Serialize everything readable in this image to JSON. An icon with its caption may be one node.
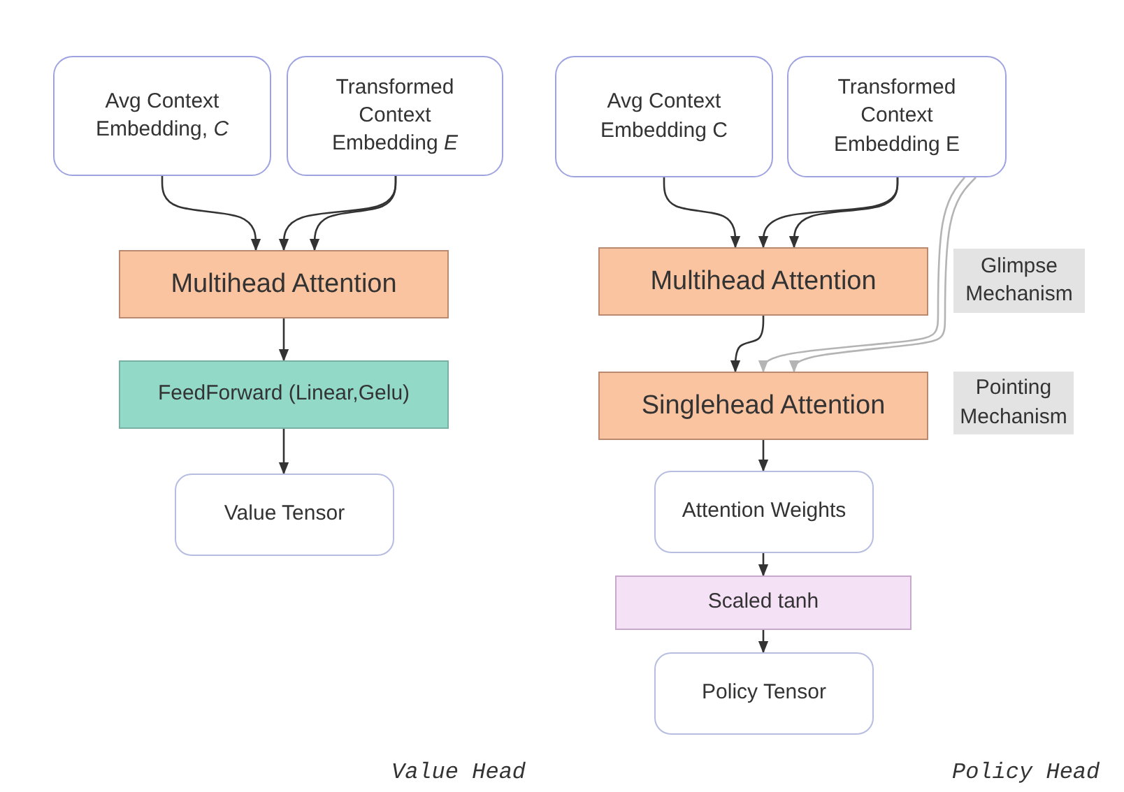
{
  "diagram": {
    "nodes": [
      {
        "text": [
          "Avg Context Embedding, *C*"
        ]
      },
      {
        "text": [
          "Transformed Context Embedding *E*"
        ]
      },
      {
        "text": [
          "Multihead Attention"
        ]
      },
      {
        "text": [
          "FeedForward (Linear,Gelu)"
        ]
      },
      {
        "text": [
          "Value Tensor"
        ]
      },
      {
        "text": [
          "Avg Context Embedding C"
        ]
      },
      {
        "text": [
          "Transformed Context Embedding E"
        ]
      },
      {
        "text": [
          "Multihead Attention"
        ]
      },
      {
        "text": [
          "Singlehead Attention"
        ]
      },
      {
        "text": [
          "Attention Weights"
        ]
      },
      {
        "text": [
          "Scaled tanh"
        ]
      },
      {
        "text": [
          "Policy Tensor"
        ]
      },
      {
        "text": [
          "Glimpse Mechanism"
        ]
      },
      {
        "text": [
          "Pointing Mechanism"
        ]
      }
    ],
    "edges": [
      {
        "from": 0,
        "to": 2,
        "arrow": "to"
      },
      {
        "from": 1,
        "to": 2,
        "arrow": "to"
      },
      {
        "from": 1,
        "to": 2,
        "arrow": "to"
      },
      {
        "from": 2,
        "to": 3,
        "arrow": "to"
      },
      {
        "from": 3,
        "to": 4,
        "arrow": "to"
      },
      {
        "from": 5,
        "to": 7,
        "arrow": "to"
      },
      {
        "from": 6,
        "to": 7,
        "arrow": "to"
      },
      {
        "from": 6,
        "to": 7,
        "arrow": "to"
      },
      {
        "from": 6,
        "to": 8,
        "arrow": "to",
        "color": "#b4b4b4"
      },
      {
        "from": 6,
        "to": 8,
        "arrow": "to",
        "color": "#b4b4b4"
      },
      {
        "from": 7,
        "to": 8,
        "arrow": "to"
      },
      {
        "from": 8,
        "to": 9,
        "arrow": "to"
      },
      {
        "from": 9,
        "to": 10,
        "arrow": "to"
      },
      {
        "from": 10,
        "to": 11,
        "arrow": "to"
      }
    ],
    "labels": [
      "Value Head",
      "Policy Head"
    ]
  }
}
